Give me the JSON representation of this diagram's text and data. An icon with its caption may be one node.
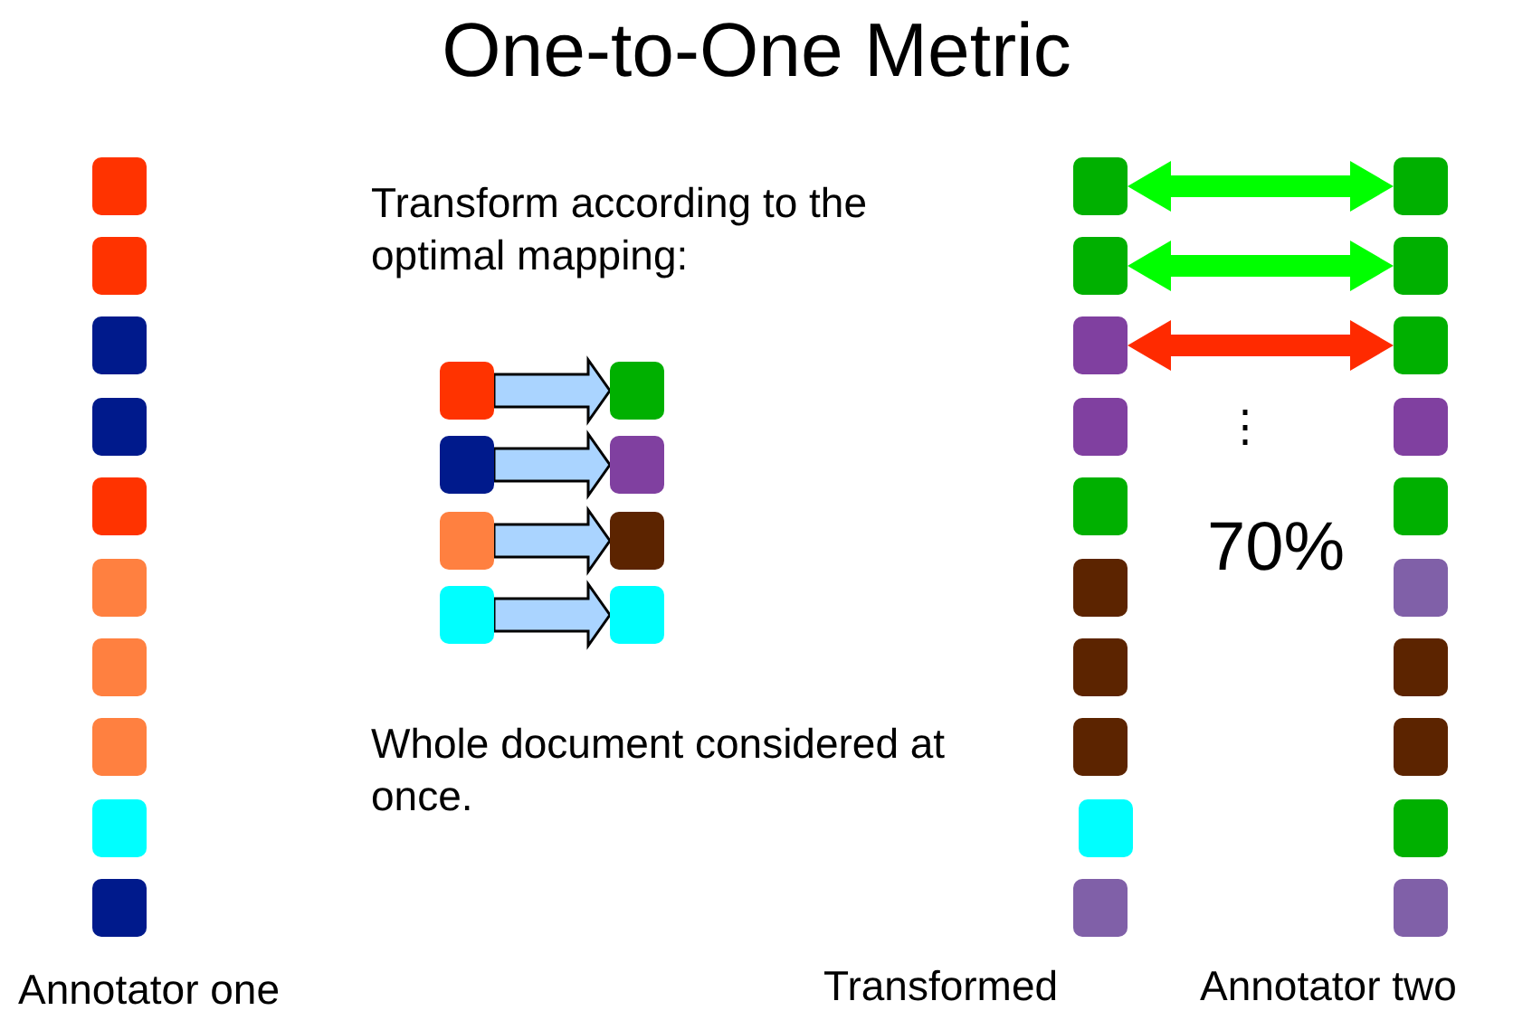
{
  "diagram": {
    "title": "One-to-One Metric",
    "nodes": [
      {
        "text": [],
        "shape": "box"
      },
      {
        "text": [],
        "shape": "box"
      },
      {
        "text": [],
        "shape": "box"
      },
      {
        "text": [],
        "shape": "box"
      },
      {
        "text": [],
        "shape": "box"
      },
      {
        "text": [],
        "shape": "box"
      },
      {
        "text": [],
        "shape": "box"
      },
      {
        "text": [],
        "shape": "box"
      },
      {
        "text": [],
        "shape": "box"
      },
      {
        "text": [],
        "shape": "box"
      },
      {
        "text": [],
        "shape": "box"
      },
      {
        "text": [],
        "shape": "box"
      },
      {
        "text": [],
        "shape": "box"
      },
      {
        "text": [],
        "shape": "box"
      },
      {
        "text": [],
        "shape": "box"
      },
      {
        "text": [],
        "shape": "box"
      },
      {
        "text": [],
        "shape": "box"
      },
      {
        "text": [],
        "shape": "box"
      },
      {
        "text": [],
        "shape": "box"
      },
      {
        "text": [],
        "shape": "box"
      },
      {
        "text": [],
        "shape": "box"
      },
      {
        "text": [],
        "shape": "box"
      },
      {
        "text": [],
        "shape": "box"
      },
      {
        "text": [],
        "shape": "box"
      },
      {
        "text": [],
        "shape": "box"
      },
      {
        "text": [],
        "shape": "box"
      },
      {
        "text": [],
        "shape": "box"
      },
      {
        "text": [],
        "shape": "box"
      },
      {
        "text": [],
        "shape": "box"
      },
      {
        "text": [],
        "shape": "box"
      },
      {
        "text": [],
        "shape": "box"
      },
      {
        "text": [],
        "shape": "box"
      },
      {
        "text": [],
        "shape": "box"
      },
      {
        "text": [],
        "shape": "box"
      },
      {
        "text": [],
        "shape": "box"
      },
      {
        "text": [],
        "shape": "box"
      },
      {
        "text": [],
        "shape": "box"
      },
      {
        "text": [],
        "shape": "box"
      }
    ],
    "edges": [
      {
        "from": 10,
        "to": 11,
        "arrow": "to"
      },
      {
        "from": 12,
        "to": 13,
        "arrow": "to"
      },
      {
        "from": 14,
        "to": 15,
        "arrow": "to"
      },
      {
        "from": 16,
        "to": 17,
        "arrow": "to"
      },
      {
        "from": 18,
        "to": 28,
        "arrow": "both",
        "color": "#00ff00"
      },
      {
        "from": 19,
        "to": 29,
        "arrow": "both",
        "color": "#00ff00"
      },
      {
        "from": 20,
        "to": 30,
        "arrow": "both",
        "color": "#ff2a00"
      }
    ],
    "labels": [
      "Transform according to the optimal mapping:",
      "⋮",
      "70%",
      "Whole document considered at once.",
      "Annotator one",
      "Transformed",
      "Annotator two"
    ]
  }
}
